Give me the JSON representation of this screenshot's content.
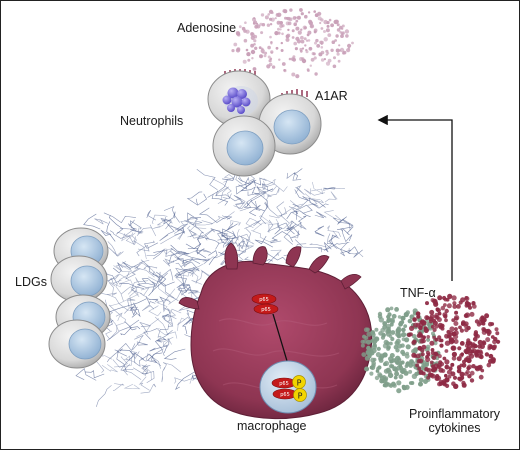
{
  "labels": {
    "adenosine": "Adenosine",
    "a1ar": "A1AR",
    "neutrophils": "Neutrophils",
    "ldgs": "LDGs",
    "tnf": "TNF-α",
    "macrophage": "macrophage",
    "cytokines_line1": "Proinflammatory",
    "cytokines_line2": "cytokines",
    "p65": "p65",
    "p": "P"
  },
  "colors": {
    "adenosine": "#c9a0b8",
    "neutrophil_shell": "#d4d4d4",
    "neutrophil_nucleus": "#a9c4de",
    "net_fibers": "#5a6a96",
    "macrophage_body": "#8e3552",
    "p65": "#c41a1a",
    "phospho": "#f2d500",
    "cytokine_green": "#7f9e8a",
    "cytokine_red": "#8e2a44",
    "receptor": "#8a2a4a"
  }
}
